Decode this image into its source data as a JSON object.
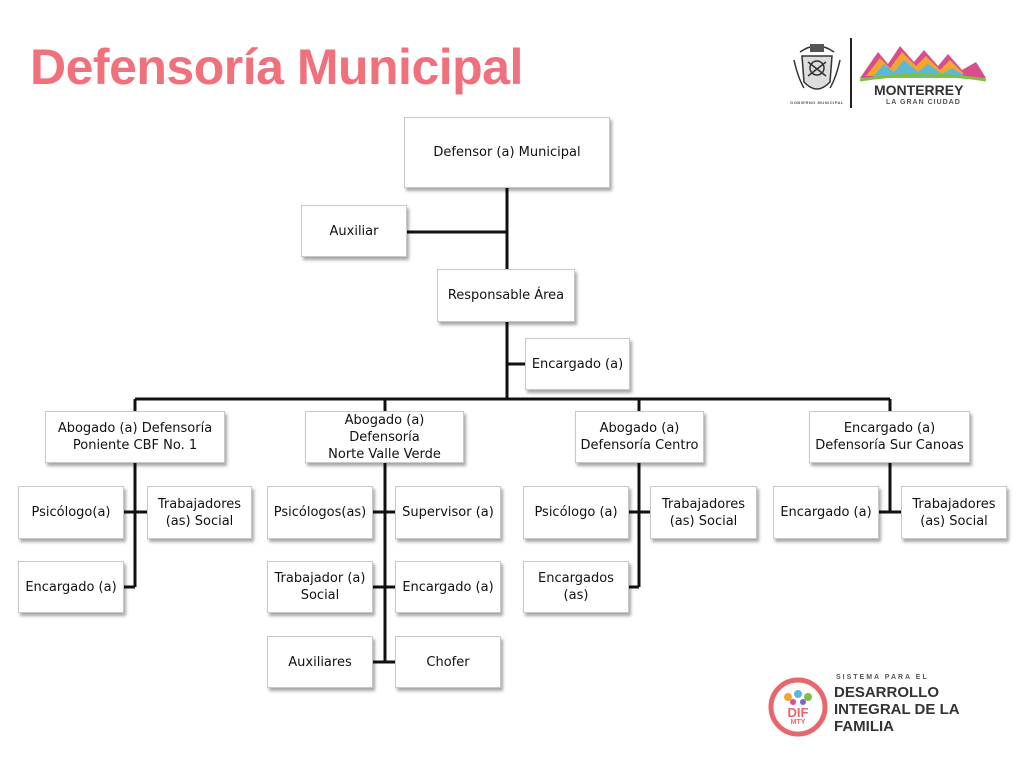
{
  "title": "Defensoría Municipal",
  "colors": {
    "title": "#f0717c",
    "line": "#111111",
    "dif": "#e8676d",
    "dark": "#333333"
  },
  "logos": {
    "escudo_caption": "GOBIERNO MUNICIPAL",
    "city_name": "MONTERREY",
    "city_tagline": "LA GRAN CIUDAD",
    "dif_prefix": "SISTEMA PARA EL",
    "dif_name": "DESARROLLO\nINTEGRAL DE LA\nFAMILIA",
    "dif_badge": "DIF",
    "dif_badge_sub": "MTY"
  },
  "org": {
    "defensor": "Defensor (a) Municipal",
    "auxiliar": "Auxiliar",
    "responsable": "Responsable Área",
    "encargado_top": "Encargado (a)",
    "poniente": {
      "head": "Abogado (a) Defensoría\nPoniente CBF No. 1",
      "psicologo": "Psicólogo(a)",
      "trabajadores": "Trabajadores\n(as) Social",
      "encargado": "Encargado (a)"
    },
    "norte": {
      "head": "Abogado (a) Defensoría\nNorte Valle Verde",
      "psicologos": "Psicólogos(as)",
      "supervisor": "Supervisor (a)",
      "trabajador": "Trabajador (a)\nSocial",
      "encargado": "Encargado (a)",
      "auxiliares": "Auxiliares",
      "chofer": "Chofer"
    },
    "centro": {
      "head": "Abogado (a)\nDefensoría Centro",
      "psicologo": "Psicólogo (a)",
      "trabajadores": "Trabajadores\n(as) Social",
      "encargados": "Encargados (as)"
    },
    "sur": {
      "head": "Encargado (a)\nDefensoría Sur Canoas",
      "encargado": "Encargado (a)",
      "trabajadores": "Trabajadores\n(as) Social"
    }
  }
}
